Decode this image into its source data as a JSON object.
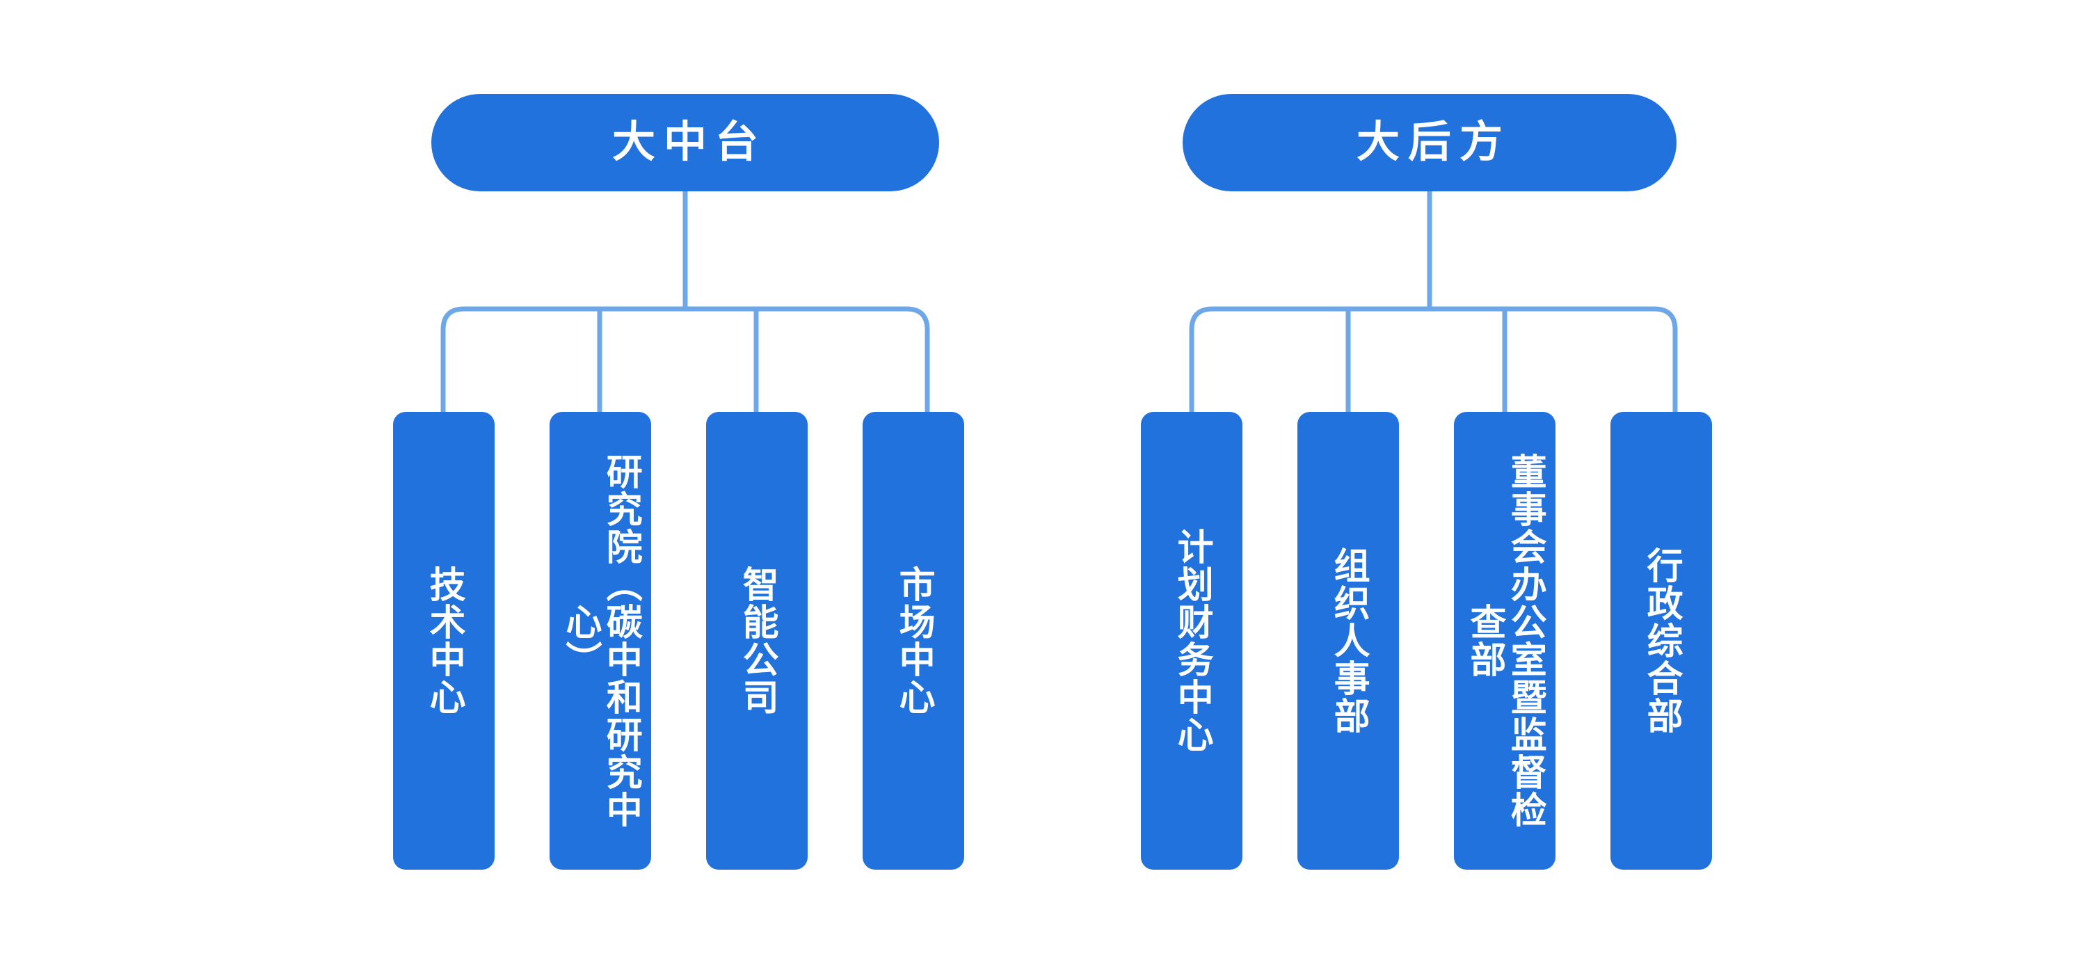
{
  "diagram": {
    "type": "org-chart",
    "background_color": "#ffffff",
    "node_color": "#2272de",
    "connector_color": "#6ea7e8",
    "text_color": "#ffffff",
    "groups": [
      {
        "id": "mid-platform",
        "header": "大中台",
        "children": [
          {
            "label": "技术中心"
          },
          {
            "label": "研究院（碳中和研究中心）"
          },
          {
            "label": "智能公司"
          },
          {
            "label": "市场中心"
          }
        ]
      },
      {
        "id": "back-office",
        "header": "大后方",
        "children": [
          {
            "label": "计划财务中心"
          },
          {
            "label": "组织人事部"
          },
          {
            "label": "董事会办公室暨监督检查部"
          },
          {
            "label": "行政综合部"
          }
        ]
      }
    ]
  }
}
